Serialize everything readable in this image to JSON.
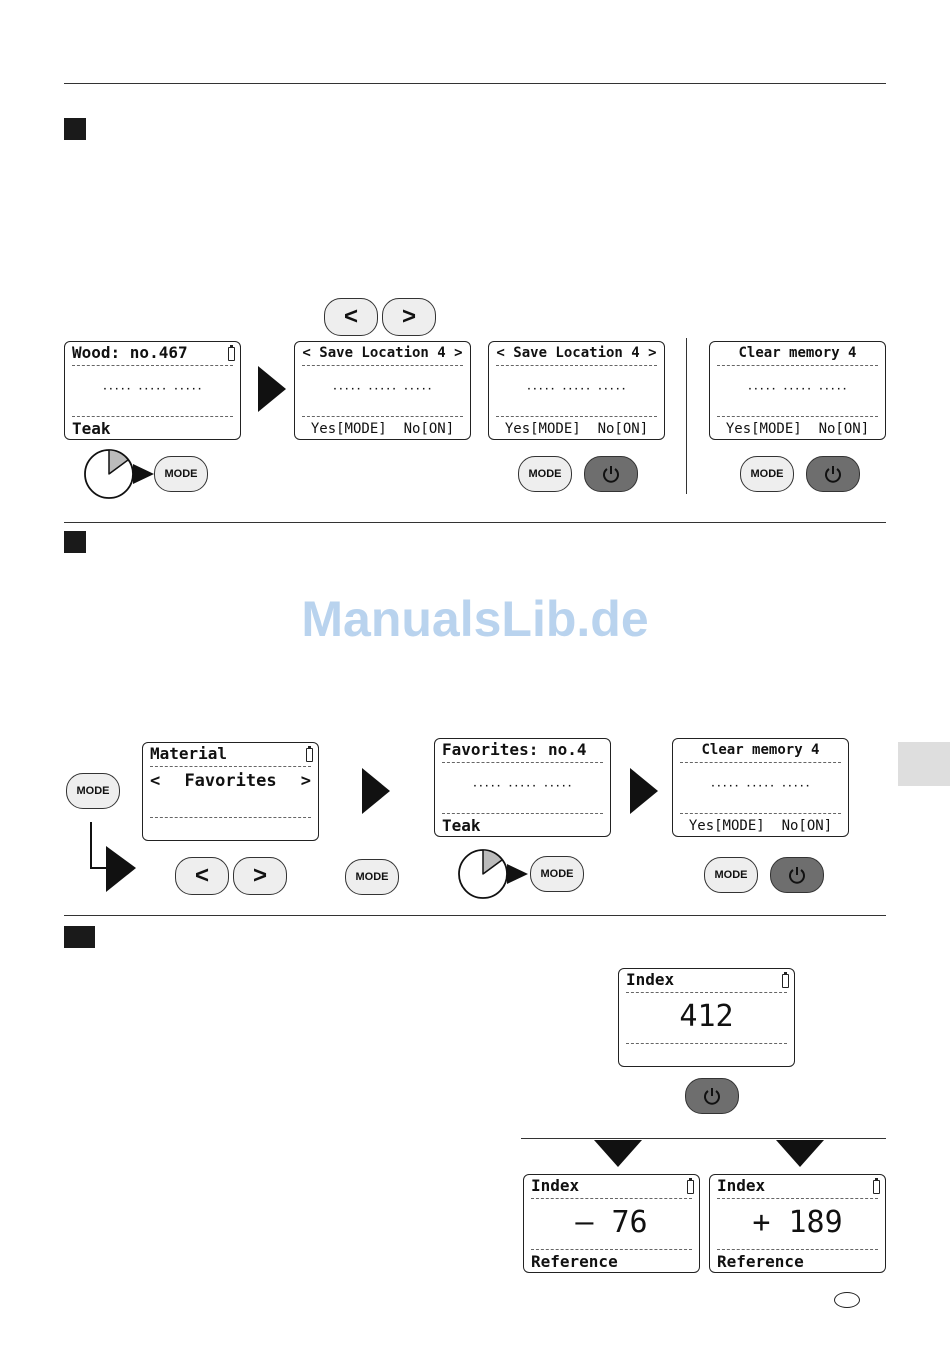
{
  "watermark": "ManualsLib.de",
  "section1": {
    "screen1": {
      "line1": "Wood: no.467",
      "dots": "····· ····· ·····",
      "bottom": "Teak"
    },
    "screen2": {
      "line1": "< Save Location 4 >",
      "dots": "····· ····· ·····",
      "yes": "Yes[MODE]",
      "no": "No[ON]"
    },
    "screen3": {
      "line1": "< Save Location 4 >",
      "dots": "····· ····· ·····",
      "yes": "Yes[MODE]",
      "no": "No[ON]"
    },
    "screen4": {
      "line1": "Clear memory 4",
      "dots": "····· ····· ·····",
      "yes": "Yes[MODE]",
      "no": "No[ON]"
    },
    "arrow_left": "<",
    "arrow_right": ">",
    "mode": "MODE"
  },
  "section2": {
    "screen1": {
      "line1": "Material",
      "line2_left": "<",
      "line2_mid": "Favorites",
      "line2_right": ">"
    },
    "screen2": {
      "line1": "Favorites: no.4",
      "dots": "····· ····· ·····",
      "bottom": "Teak"
    },
    "screen3": {
      "line1": "Clear memory 4",
      "dots": "····· ····· ·····",
      "yes": "Yes[MODE]",
      "no": "No[ON]"
    },
    "arrow_left": "<",
    "arrow_right": ">",
    "mode": "MODE"
  },
  "section3": {
    "screen1": {
      "line1": "Index",
      "value": "412"
    },
    "screen2": {
      "line1": "Index",
      "value": "– 76",
      "bottom": "Reference"
    },
    "screen3": {
      "line1": "Index",
      "value": "+ 189",
      "bottom": "Reference"
    }
  },
  "icons": {
    "power": "power-icon",
    "timer": "timer-icon",
    "triangle": "triangle-arrow-icon",
    "battery": "battery-icon",
    "flag": "country-badge-icon"
  }
}
